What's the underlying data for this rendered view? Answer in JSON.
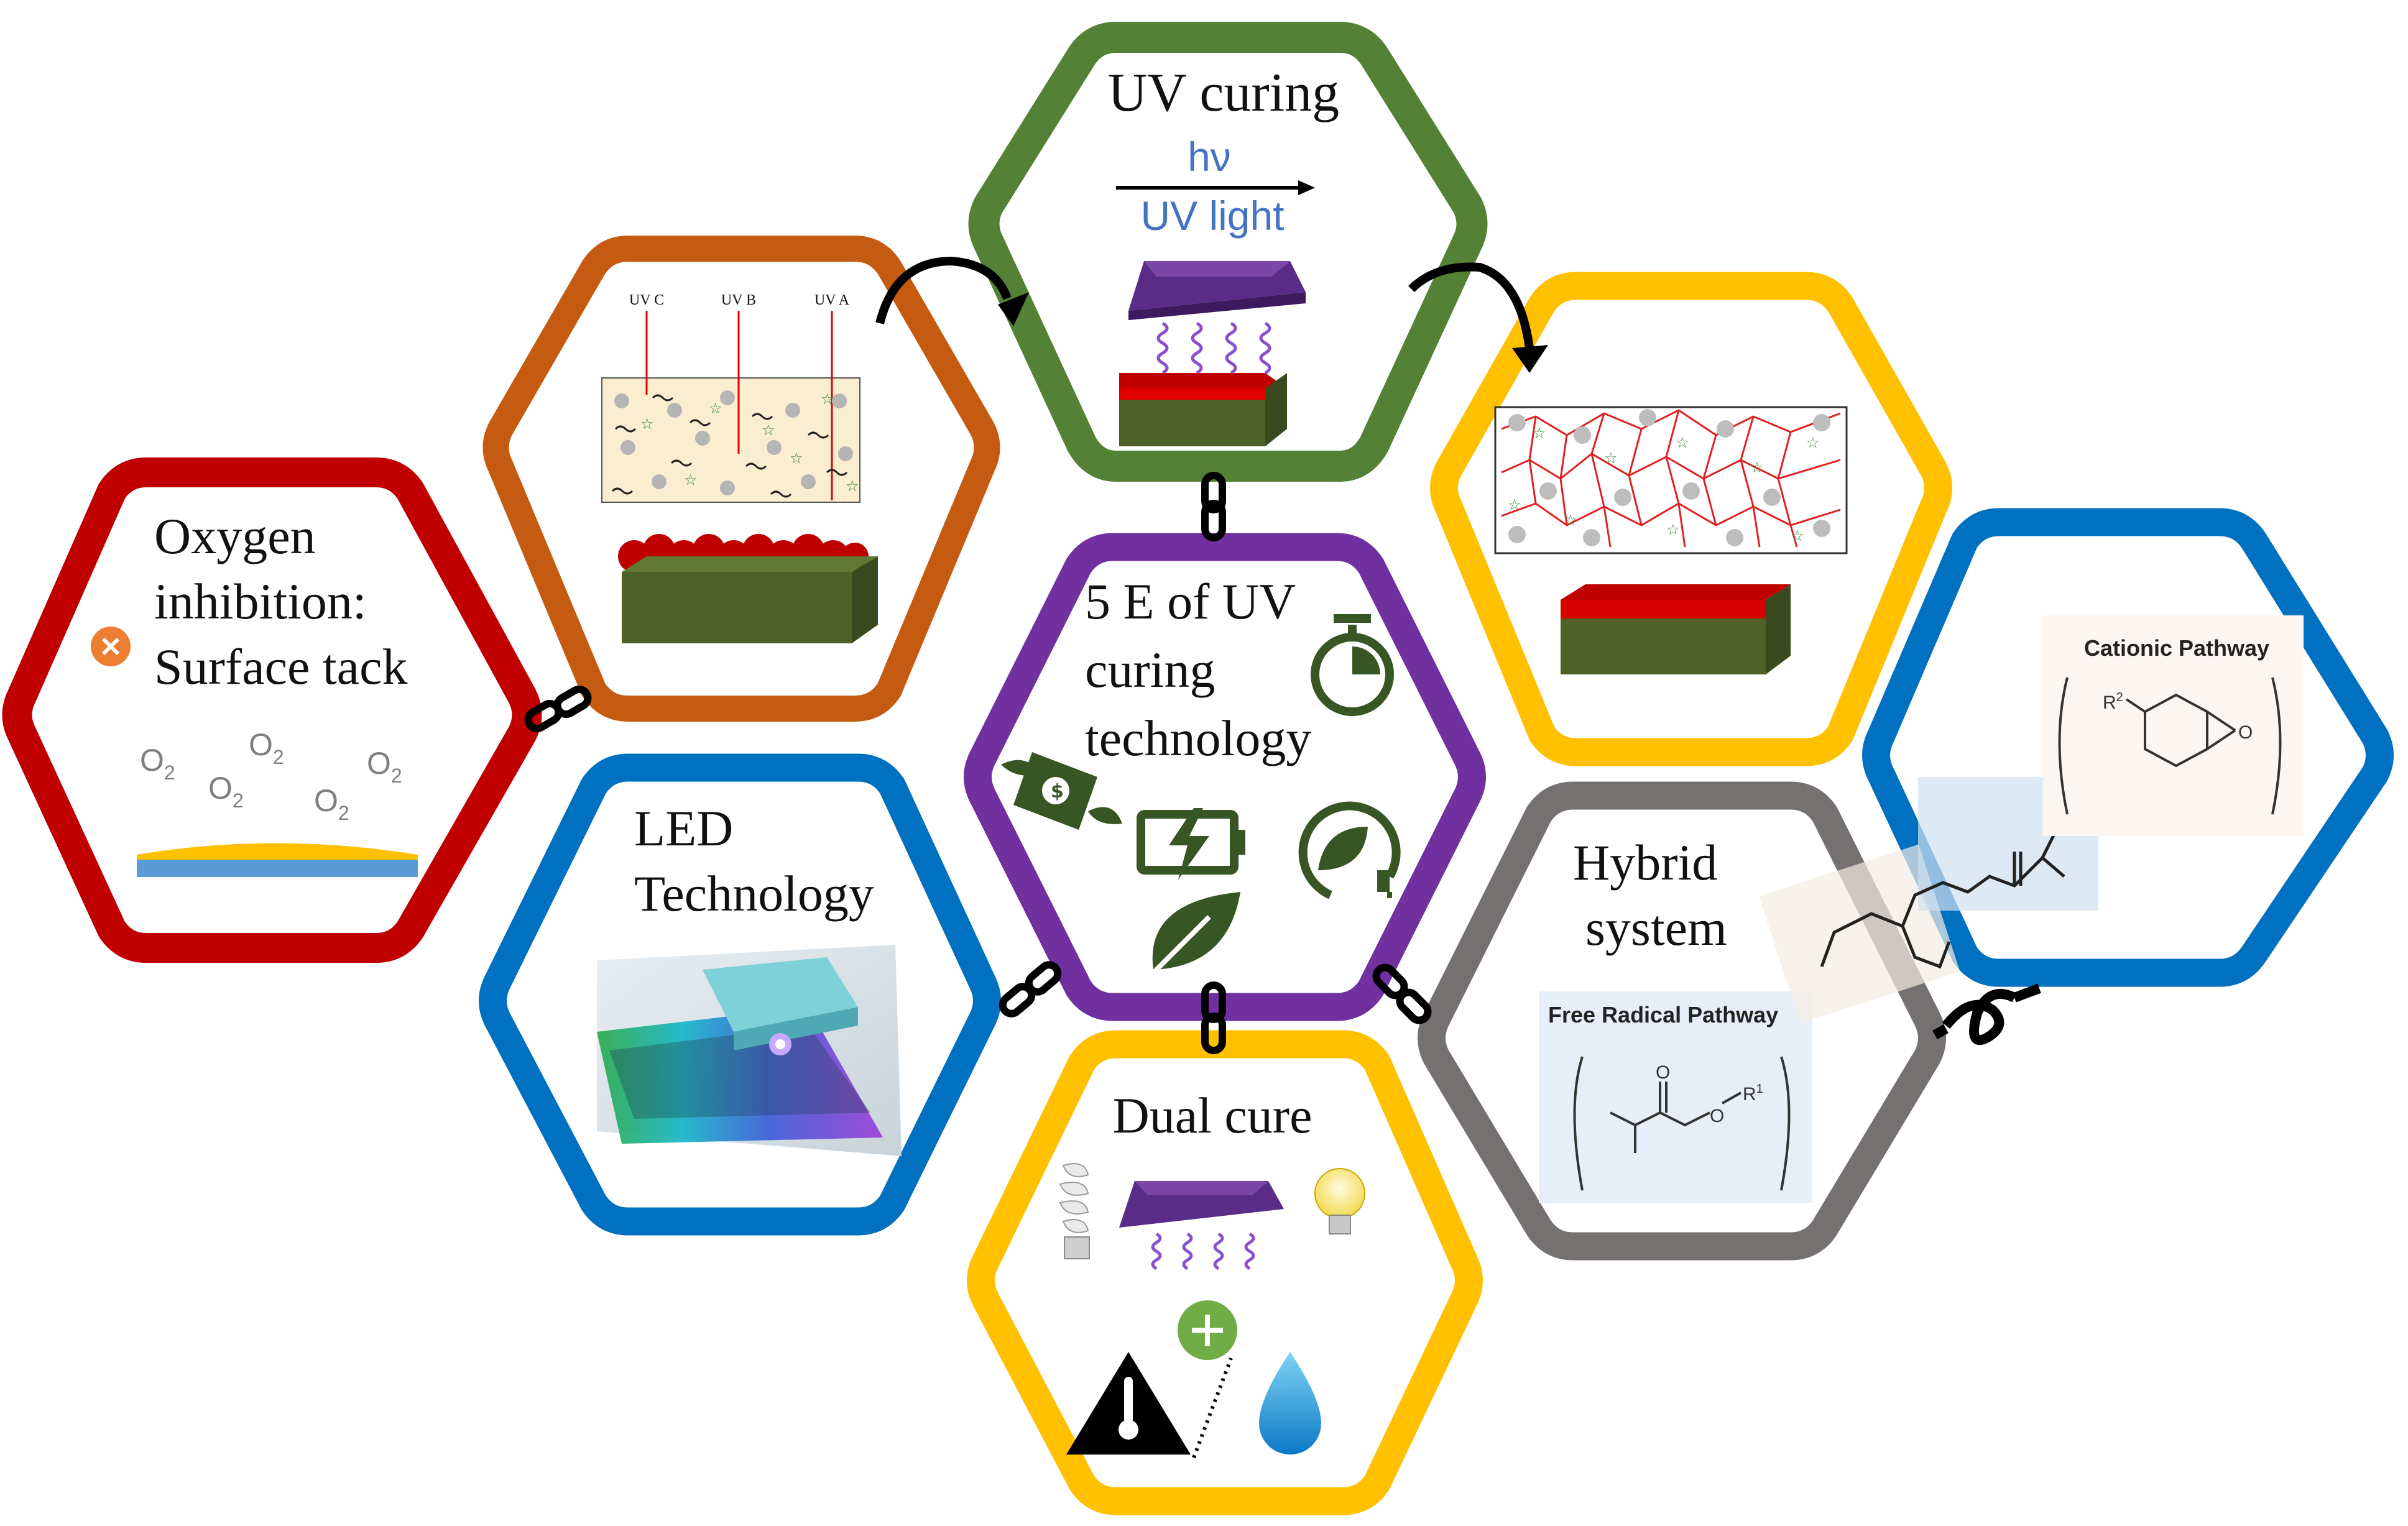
{
  "hexagons": {
    "uv_curing": {
      "title": "UV curing",
      "hv": "hν",
      "uv_light": "UV light"
    },
    "uv_penetration": {
      "label_c": "UV C",
      "label_b": "UV B",
      "label_a": "UV A"
    },
    "oxygen": {
      "line1": "Oxygen",
      "line2": "inhibition:",
      "line3": "Surface tack",
      "o2": "O",
      "sub": "2"
    },
    "center": {
      "line1": "5 E of UV",
      "line2": "curing",
      "line3": "technology"
    },
    "led": {
      "line1": "LED",
      "line2": "Technology"
    },
    "dual_cure": {
      "title": "Dual cure"
    },
    "hybrid": {
      "line1": "Hybrid",
      "line2": "system",
      "free_radical": "Free Radical Pathway",
      "r1": "R",
      "r1_sup": "1",
      "o_label": "O"
    },
    "cationic": {
      "title": "Cationic Pathway",
      "r2": "R",
      "r2_sup": "2",
      "o_label": "O"
    }
  },
  "colors": {
    "uv_curing": "#538135",
    "uv_penetration": "#C55A11",
    "cured": "#FFC000",
    "oxygen": "#C00000",
    "center": "#7030A0",
    "led": "#0070C0",
    "dual_cure": "#FFC000",
    "hybrid": "#767171",
    "cationic": "#0070C0",
    "uv_text": "#4472C4",
    "red_layer": "#C00000",
    "substrate": "#4E6228",
    "lamp": "#5B2C87",
    "icon_green": "#375623"
  }
}
